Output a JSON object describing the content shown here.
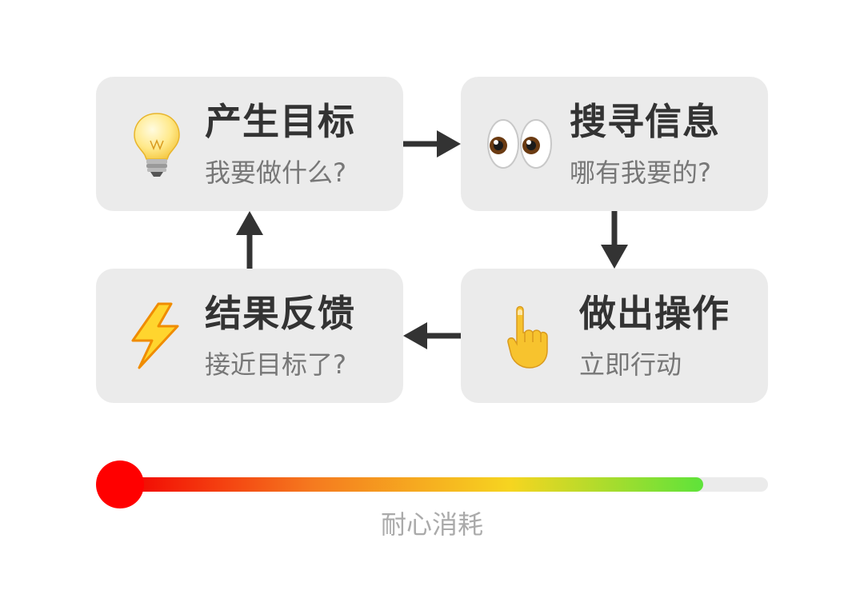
{
  "steps": [
    {
      "title": "产生目标",
      "subtitle": "我要做什么?",
      "icon": "light-bulb-icon"
    },
    {
      "title": "搜寻信息",
      "subtitle": "哪有我要的?",
      "icon": "eyes-icon"
    },
    {
      "title": "做出操作",
      "subtitle": "立即行动",
      "icon": "pointing-finger-icon"
    },
    {
      "title": "结果反馈",
      "subtitle": "接近目标了?",
      "icon": "lightning-icon"
    }
  ],
  "meter": {
    "label": "耐心消耗",
    "level": 0.9,
    "colors": [
      "#f20000",
      "#f57a1f",
      "#f6d520",
      "#5ee33a"
    ],
    "knob_color": "#ff0000"
  },
  "colors": {
    "card": "#ebebeb",
    "arrow": "#333333"
  }
}
